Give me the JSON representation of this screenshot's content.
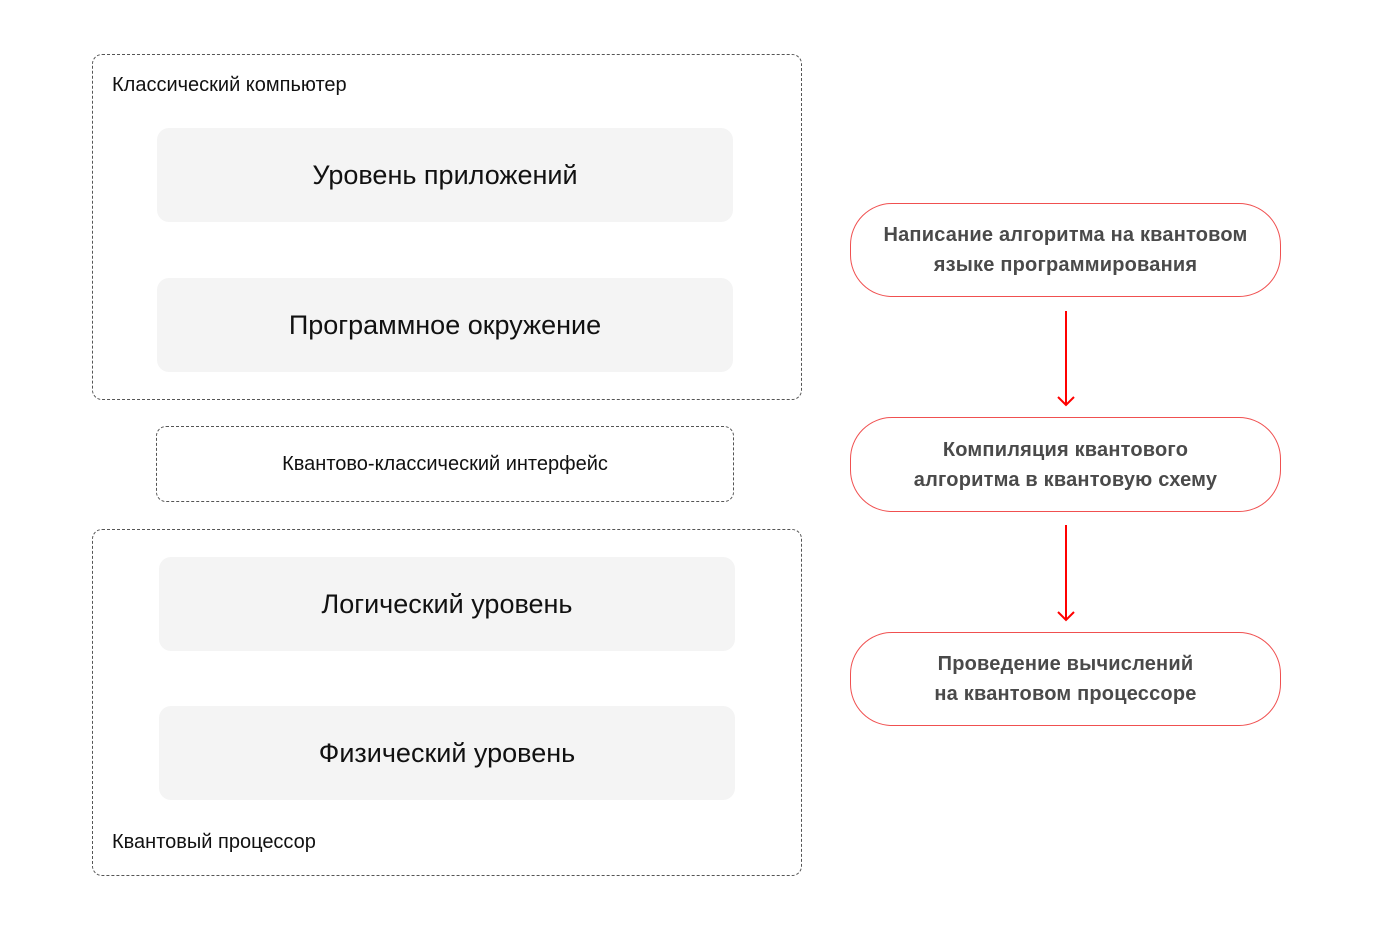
{
  "classical": {
    "label": "Классический компьютер",
    "layers": [
      "Уровень приложений",
      "Программное окружение"
    ]
  },
  "interface": {
    "label": "Квантово-классический интерфейс"
  },
  "quantum": {
    "label": "Квантовый процессор",
    "layers": [
      "Логический уровень",
      "Физический уровень"
    ]
  },
  "flow": {
    "steps": [
      {
        "line1": "Написание алгоритма на квантовом",
        "line2": "языке программирования"
      },
      {
        "line1": "Компиляция квантового",
        "line2": "алгоритма в квантовую схему"
      },
      {
        "line1": "Проведение вычислений",
        "line2": "на квантовом процессоре"
      }
    ]
  },
  "colors": {
    "accent": "#f05050",
    "arrow": "#ff0000",
    "layer_bg": "#f4f4f4"
  }
}
